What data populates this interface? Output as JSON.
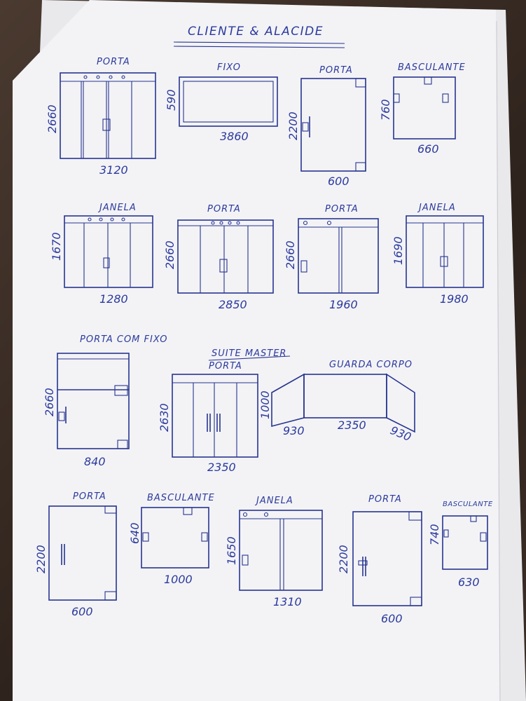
{
  "title": "CLIENTE & ALACIDE",
  "row1": {
    "porta_a": {
      "label": "PORTA",
      "height": "2660",
      "width": "3120"
    },
    "fixo": {
      "label": "FIXO",
      "height": "590",
      "width": "3860"
    },
    "porta_b": {
      "label": "PORTA",
      "height": "2200",
      "width": "600"
    },
    "basculante": {
      "label": "BASCULANTE",
      "height": "760",
      "width": "660"
    }
  },
  "row2": {
    "janela_a": {
      "label": "JANELA",
      "height": "1670",
      "width": "1280"
    },
    "porta_c": {
      "label": "PORTA",
      "height": "2660",
      "width": "2850"
    },
    "porta_d": {
      "label": "PORTA",
      "height": "2660",
      "width": "1960"
    },
    "janela_b": {
      "label": "JANELA",
      "height": "1690",
      "width": "1980"
    }
  },
  "row3": {
    "porta_com_fixo": {
      "label": "PORTA COM FIXO",
      "height": "2660",
      "width": "840"
    },
    "suite_master": {
      "title": "SUITE MASTER",
      "label": "PORTA",
      "height": "2630",
      "width": "2350"
    },
    "guarda_corpo": {
      "label": "GUARDA CORPO",
      "height": "1000",
      "left": "930",
      "center": "2350",
      "right": "930"
    }
  },
  "row4": {
    "porta_e": {
      "label": "PORTA",
      "height": "2200",
      "width": "600"
    },
    "basculante_b": {
      "label": "BASCULANTE",
      "height": "640",
      "width": "1000"
    },
    "janela_c": {
      "label": "JANELA",
      "height": "1650",
      "width": "1310"
    },
    "porta_f": {
      "label": "PORTA",
      "height": "2200",
      "width": "600"
    },
    "basculante_c": {
      "label": "BASCULANTE",
      "height": "740",
      "width": "630"
    }
  }
}
